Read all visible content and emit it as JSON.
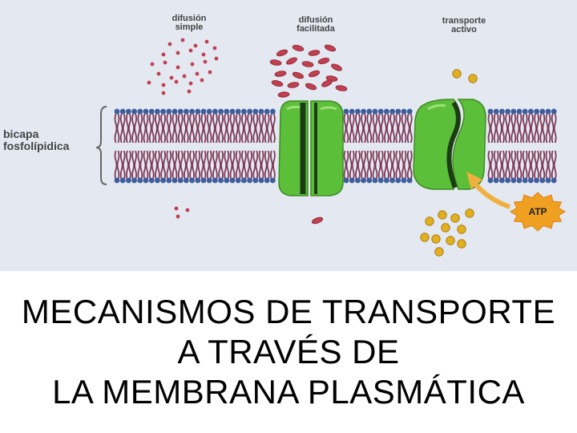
{
  "diagram": {
    "labels": {
      "simple_diffusion": "difusión\nsimple",
      "facilitated_diffusion": "difusión\nfacilitada",
      "active_transport": "transporte\nactivo",
      "bilayer": "bicapa\nfosfolípidica",
      "atp": "ATP"
    },
    "colors": {
      "background": "#e3e8f1",
      "lipid_head": "#3d5d9d",
      "lipid_tail": "#7e3a58",
      "protein": "#5cbf3a",
      "molecule_red": "#c04050",
      "molecule_yellow": "#e0b020",
      "atp_star": "#f0a020",
      "arrow": "#f0b040"
    }
  },
  "title": {
    "lines": [
      "MECANISMOS DE TRANSPORTE",
      "A TRAVÉS DE",
      "LA MEMBRANA PLASMÁTICA"
    ]
  }
}
